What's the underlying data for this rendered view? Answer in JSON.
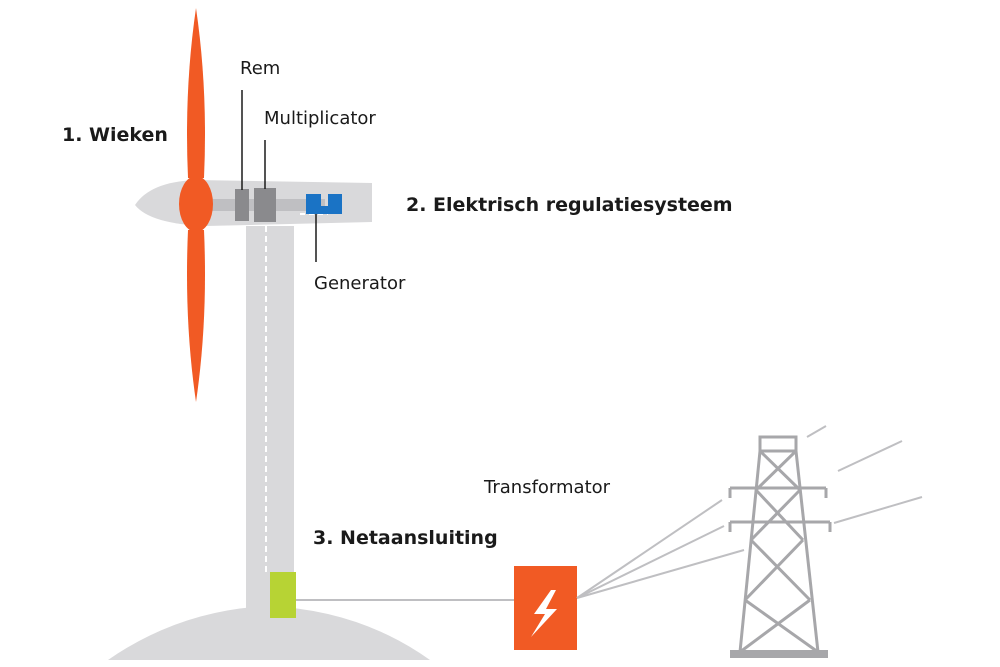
{
  "labels": {
    "wieken": "1. Wieken",
    "rem": "Rem",
    "multiplicator": "Multiplicator",
    "regulatie": "2. Elektrisch regulatiesysteem",
    "generator": "Generator",
    "transformator": "Transformator",
    "netaansluiting": "3. Netaansluiting"
  },
  "colors": {
    "blade": "#f15a24",
    "grey_light": "#d9d9db",
    "grey_mid": "#bfbfc2",
    "grey_dark": "#8a8a8d",
    "generator": "#1a73c5",
    "connector": "#b7d334",
    "transformer": "#f15a24",
    "pylon": "#a7a7aa"
  },
  "icons": {
    "transformer": "lightning-bolt-icon"
  }
}
